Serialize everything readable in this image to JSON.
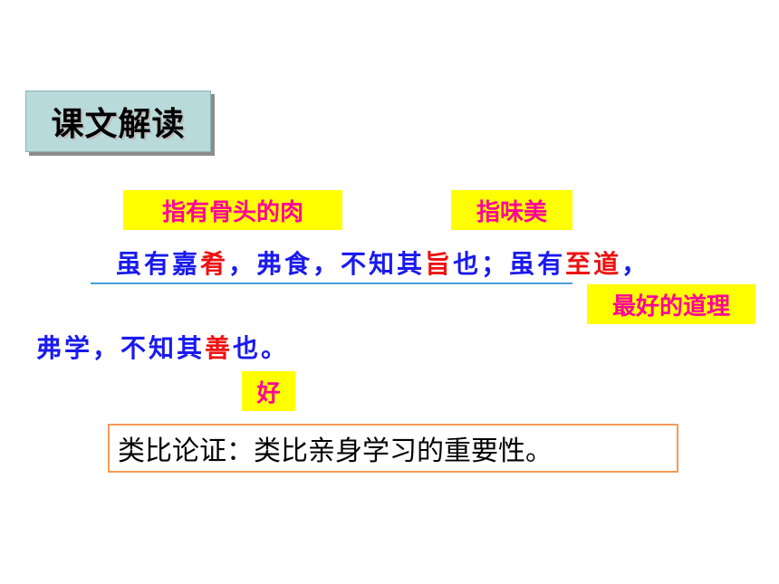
{
  "section": {
    "title": "课文解读"
  },
  "annotations": {
    "bone_meat": "指有骨头的肉",
    "tastes_good": "指味美",
    "best_reason": "最好的道理",
    "good": "好"
  },
  "text": {
    "line1": {
      "part1": "虽有嘉",
      "key1": "肴",
      "part2": "，弗食，不知其",
      "key2": "旨",
      "part3": "也；虽有",
      "key3": "至道",
      "part4": "，"
    },
    "line2": {
      "part1": "弗学，不知其",
      "key1": "善",
      "part2": "也。"
    }
  },
  "conclusion": "类比论证：类比亲身学习的重要性。",
  "colors": {
    "body_text": "#1a1aee",
    "key_word": "#ee1111",
    "note_text": "#ff0099",
    "note_bg": "#ffff00",
    "title_bg": "#b9dada",
    "box_border": "#f59b55"
  }
}
